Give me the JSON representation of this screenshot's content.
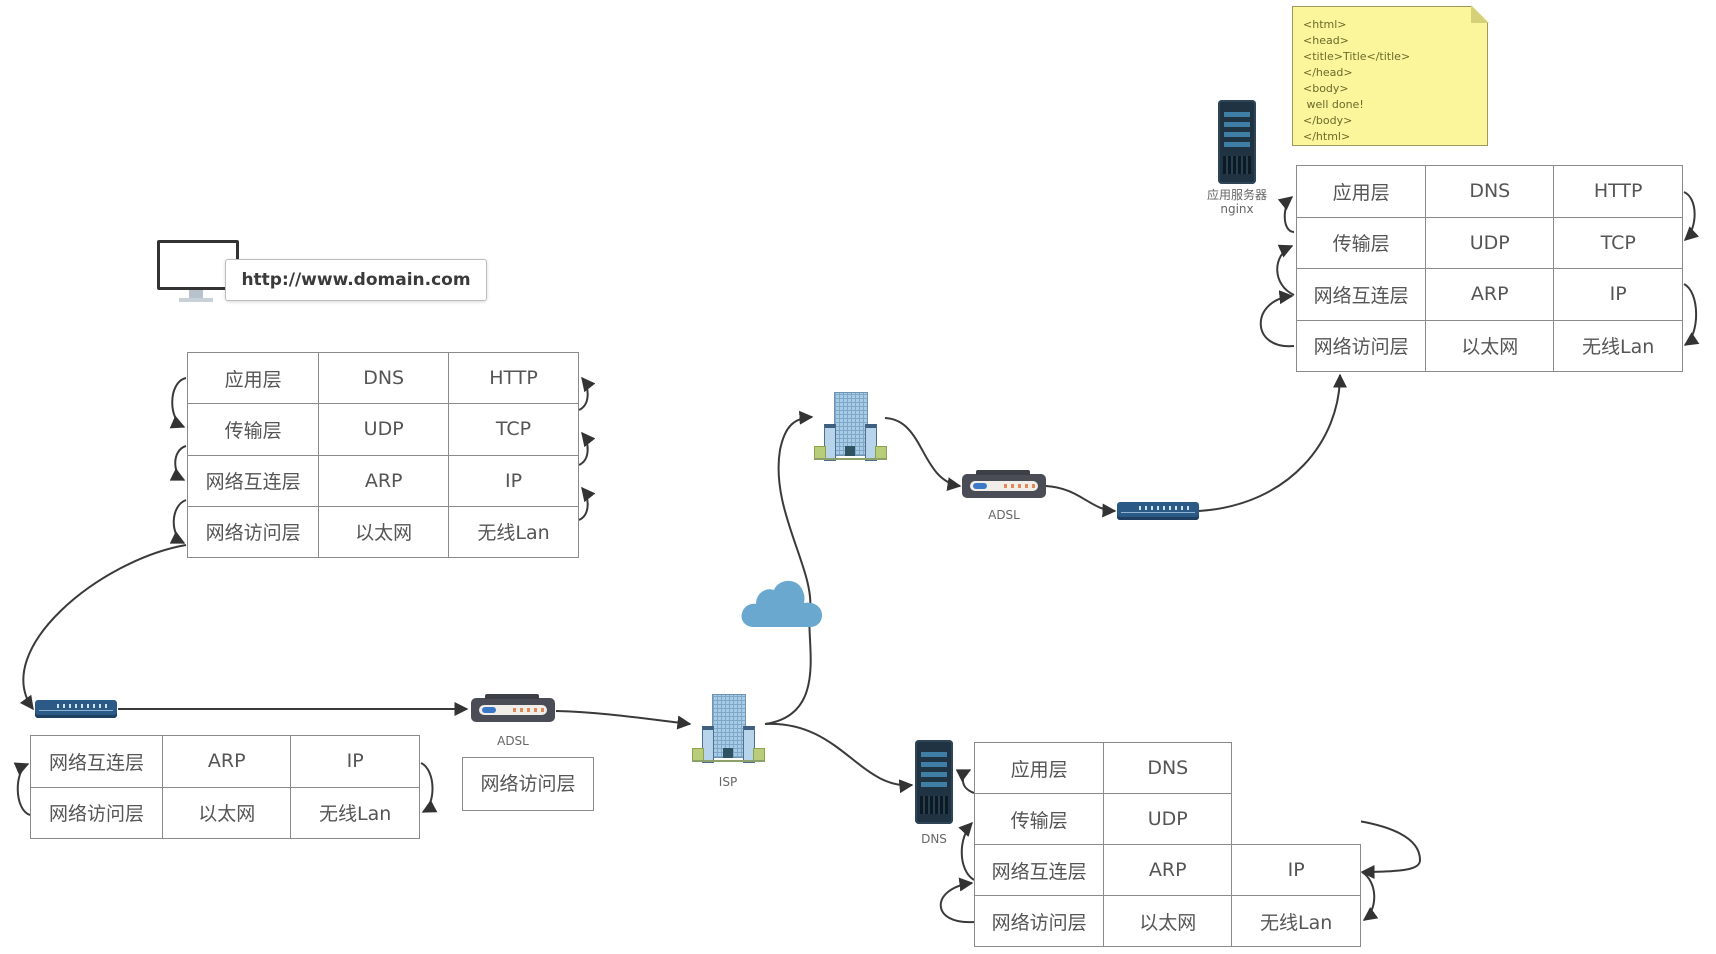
{
  "client": {
    "url": "http://www.domain.com",
    "stack_table": {
      "rows": [
        [
          "应用层",
          "DNS",
          "HTTP"
        ],
        [
          "传输层",
          "UDP",
          "TCP"
        ],
        [
          "网络互连层",
          "ARP",
          "IP"
        ],
        [
          "网络访问层",
          "以太网",
          "无线Lan"
        ]
      ]
    }
  },
  "client_switch": {
    "stack_table": {
      "rows": [
        [
          "网络互连层",
          "ARP",
          "IP"
        ],
        [
          "网络访问层",
          "以太网",
          "无线Lan"
        ]
      ]
    }
  },
  "client_adsl": {
    "label": "ADSL",
    "stack_box": "网络访问层"
  },
  "isp": {
    "label": "ISP"
  },
  "dns_server": {
    "label": "DNS",
    "stack_table": {
      "rows": [
        [
          "应用层",
          "DNS",
          ""
        ],
        [
          "传输层",
          "UDP",
          ""
        ],
        [
          "网络互连层",
          "ARP",
          "IP"
        ],
        [
          "网络访问层",
          "以太网",
          "无线Lan"
        ]
      ]
    }
  },
  "server_adsl": {
    "label": "ADSL"
  },
  "app_server": {
    "label": "应用服务器",
    "sublabel": "nginx",
    "response_note": [
      "<html>",
      "<head>",
      "<title>Title</title>",
      "</head>",
      "<body>",
      " well done!",
      "</body>",
      "</html>"
    ],
    "stack_table": {
      "rows": [
        [
          "应用层",
          "DNS",
          "HTTP"
        ],
        [
          "传输层",
          "UDP",
          "TCP"
        ],
        [
          "网络互连层",
          "ARP",
          "IP"
        ],
        [
          "网络访问层",
          "以太网",
          "无线Lan"
        ]
      ]
    }
  },
  "colors": {
    "cloud": "#6aa8d0",
    "note_bg": "#fbf59c",
    "line": "#3a3a3a",
    "switch": "#2c5a86",
    "server": "#1f3342"
  }
}
